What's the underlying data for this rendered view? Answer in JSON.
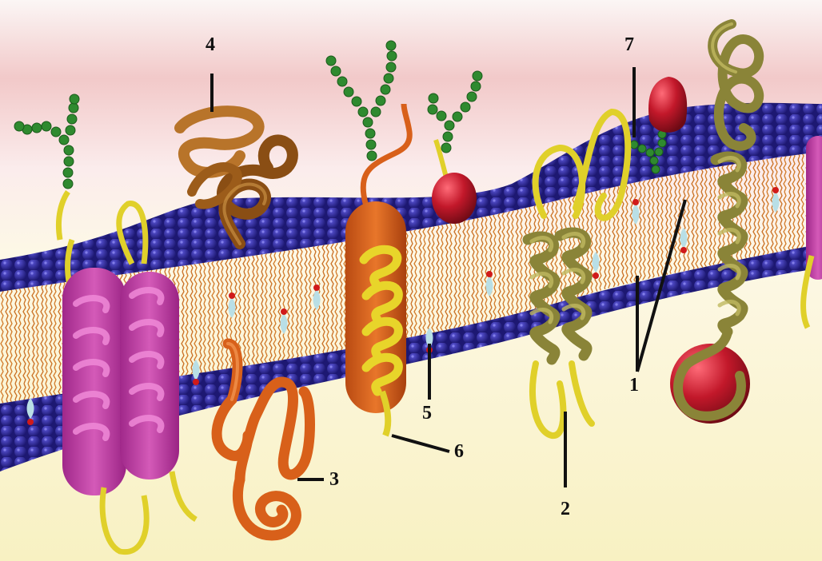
{
  "labels": {
    "n1": "1",
    "n2": "2",
    "n3": "3",
    "n4": "4",
    "n5": "5",
    "n6": "6",
    "n7": "7"
  },
  "colors": {
    "sky_top": "#ffffff",
    "sky_pink": "#f2cfcf",
    "floor": "#faf4c8",
    "head_group": "#2b2590",
    "lipid_tail": "#d27a28",
    "cholesterol": "#b9dfe6",
    "glycan": "#2f8a2f",
    "helix_magenta": "#c43aa4",
    "protein_brown": "#a8651f",
    "protein_orange": "#d8601a",
    "protein_olive": "#a09a4a",
    "helix_yellow": "#e0d02a",
    "globule_red": "#c2182a",
    "leader_line": "#111111"
  }
}
